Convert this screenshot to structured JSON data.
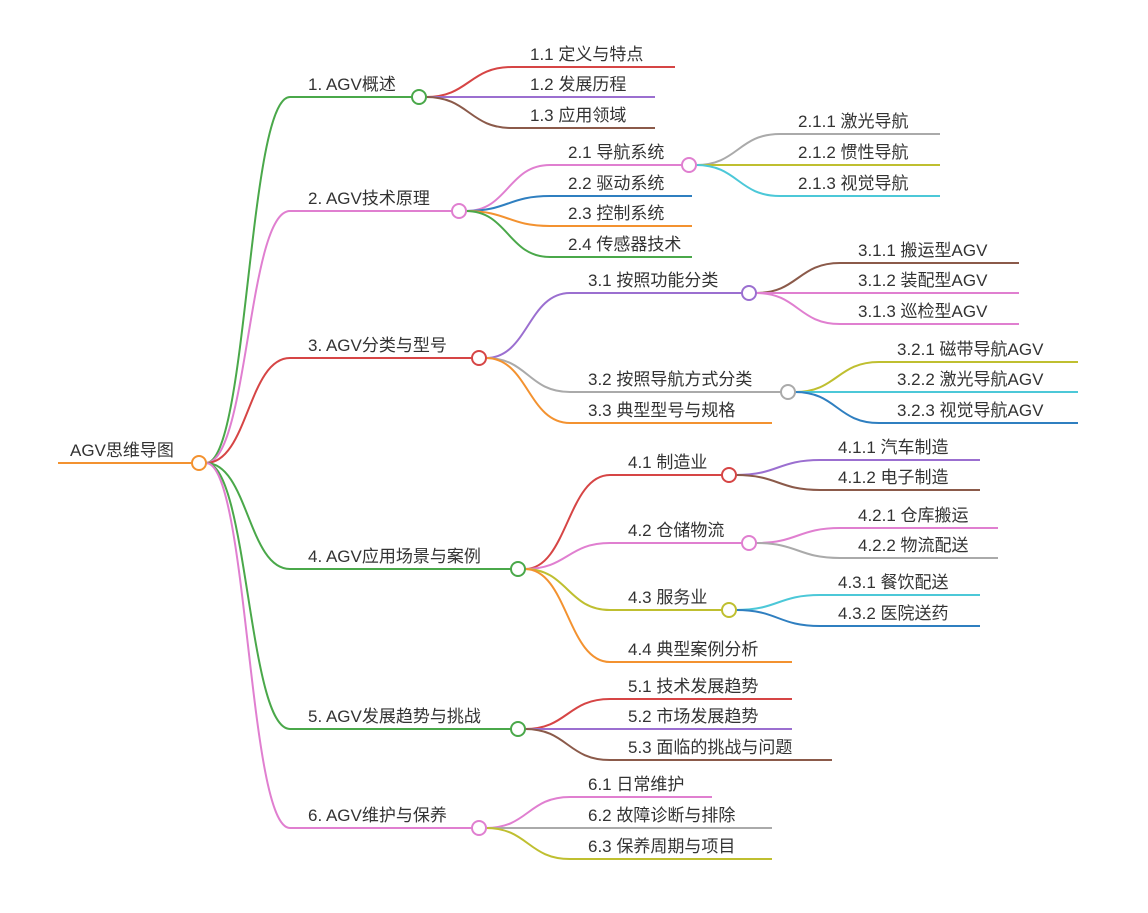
{
  "title": "AGV思维导图",
  "root": {
    "id": "root",
    "label": "AGV思维导图",
    "color": "#f39230",
    "children": [
      {
        "id": "1",
        "label": "1. AGV概述",
        "color": "#4aa84a",
        "children": [
          {
            "id": "1.1",
            "label": "1.1 定义与特点",
            "color": "#d64545"
          },
          {
            "id": "1.2",
            "label": "1.2 发展历程",
            "color": "#9b6fd0"
          },
          {
            "id": "1.3",
            "label": "1.3 应用领域",
            "color": "#8b5a4a"
          }
        ]
      },
      {
        "id": "2",
        "label": "2. AGV技术原理",
        "color": "#e07fd0",
        "children": [
          {
            "id": "2.1",
            "label": "2.1 导航系统",
            "color": "#e07fd0",
            "children": [
              {
                "id": "2.1.1",
                "label": "2.1.1 激光导航",
                "color": "#aaaaaa"
              },
              {
                "id": "2.1.2",
                "label": "2.1.2 惯性导航",
                "color": "#bfbf30"
              },
              {
                "id": "2.1.3",
                "label": "2.1.3 视觉导航",
                "color": "#4cc8d8"
              }
            ]
          },
          {
            "id": "2.2",
            "label": "2.2 驱动系统",
            "color": "#2f7fc0"
          },
          {
            "id": "2.3",
            "label": "2.3 控制系统",
            "color": "#f39230"
          },
          {
            "id": "2.4",
            "label": "2.4 传感器技术",
            "color": "#4aa84a"
          }
        ]
      },
      {
        "id": "3",
        "label": "3. AGV分类与型号",
        "color": "#d64545",
        "children": [
          {
            "id": "3.1",
            "label": "3.1 按照功能分类",
            "color": "#9b6fd0",
            "children": [
              {
                "id": "3.1.1",
                "label": "3.1.1 搬运型AGV",
                "color": "#8b5a4a"
              },
              {
                "id": "3.1.2",
                "label": "3.1.2 装配型AGV",
                "color": "#e07fd0"
              },
              {
                "id": "3.1.3",
                "label": "3.1.3 巡检型AGV",
                "color": "#e07fd0"
              }
            ]
          },
          {
            "id": "3.2",
            "label": "3.2 按照导航方式分类",
            "color": "#aaaaaa",
            "children": [
              {
                "id": "3.2.1",
                "label": "3.2.1 磁带导航AGV",
                "color": "#bfbf30"
              },
              {
                "id": "3.2.2",
                "label": "3.2.2 激光导航AGV",
                "color": "#4cc8d8"
              },
              {
                "id": "3.2.3",
                "label": "3.2.3 视觉导航AGV",
                "color": "#2f7fc0"
              }
            ]
          },
          {
            "id": "3.3",
            "label": "3.3 典型型号与规格",
            "color": "#f39230"
          }
        ]
      },
      {
        "id": "4",
        "label": "4. AGV应用场景与案例",
        "color": "#4aa84a",
        "children": [
          {
            "id": "4.1",
            "label": "4.1 制造业",
            "color": "#d64545",
            "children": [
              {
                "id": "4.1.1",
                "label": "4.1.1 汽车制造",
                "color": "#9b6fd0"
              },
              {
                "id": "4.1.2",
                "label": "4.1.2 电子制造",
                "color": "#8b5a4a"
              }
            ]
          },
          {
            "id": "4.2",
            "label": "4.2 仓储物流",
            "color": "#e07fd0",
            "children": [
              {
                "id": "4.2.1",
                "label": "4.2.1 仓库搬运",
                "color": "#e07fd0"
              },
              {
                "id": "4.2.2",
                "label": "4.2.2 物流配送",
                "color": "#aaaaaa"
              }
            ]
          },
          {
            "id": "4.3",
            "label": "4.3 服务业",
            "color": "#bfbf30",
            "children": [
              {
                "id": "4.3.1",
                "label": "4.3.1 餐饮配送",
                "color": "#4cc8d8"
              },
              {
                "id": "4.3.2",
                "label": "4.3.2 医院送药",
                "color": "#2f7fc0"
              }
            ]
          },
          {
            "id": "4.4",
            "label": "4.4 典型案例分析",
            "color": "#f39230"
          }
        ]
      },
      {
        "id": "5",
        "label": "5. AGV发展趋势与挑战",
        "color": "#4aa84a",
        "children": [
          {
            "id": "5.1",
            "label": "5.1 技术发展趋势",
            "color": "#d64545"
          },
          {
            "id": "5.2",
            "label": "5.2 市场发展趋势",
            "color": "#9b6fd0"
          },
          {
            "id": "5.3",
            "label": "5.3 面临的挑战与问题",
            "color": "#8b5a4a"
          }
        ]
      },
      {
        "id": "6",
        "label": "6. AGV维护与保养",
        "color": "#e07fd0",
        "children": [
          {
            "id": "6.1",
            "label": "6.1 日常维护",
            "color": "#e07fd0"
          },
          {
            "id": "6.2",
            "label": "6.2 故障诊断与排除",
            "color": "#aaaaaa"
          },
          {
            "id": "6.3",
            "label": "6.3 保养周期与项目",
            "color": "#bfbf30"
          }
        ]
      }
    ]
  }
}
